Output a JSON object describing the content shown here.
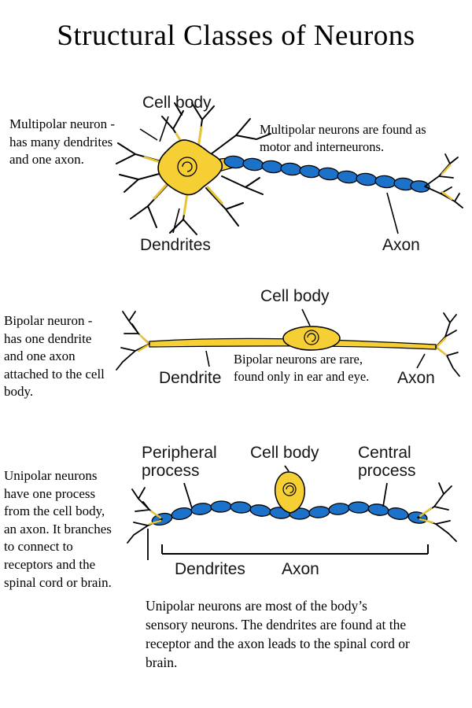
{
  "title": "Structural Classes of Neurons",
  "colors": {
    "soma_yellow": "#F6CF35",
    "axon_blue": "#1C72C8",
    "ink": "#000000"
  },
  "multipolar": {
    "cell_body_label": "Cell body",
    "left_note": "Multipolar neuron -\nhas many dendrites\nand one axon.",
    "right_note": "Multipolar neurons are found as\nmotor and interneurons.",
    "dendrites_label": "Dendrites",
    "axon_label": "Axon"
  },
  "bipolar": {
    "cell_body_label": "Cell body",
    "left_note": "Bipolar neuron -\nhas one dendrite\nand one axon\nattached to the cell\nbody.",
    "dendrite_label": "Dendrite",
    "mid_note": "Bipolar neurons are rare,\nfound only in ear and eye.",
    "axon_label": "Axon"
  },
  "unipolar": {
    "peripheral_label": "Peripheral\nprocess",
    "cell_body_label": "Cell body",
    "central_label": "Central\nprocess",
    "left_note": "Unipolar neurons\nhave one process\nfrom the cell body,\nan axon.  It branches\nto connect to\nreceptors and the\nspinal cord or brain.",
    "dendrites_label": "Dendrites",
    "axon_label": "Axon",
    "bottom_note": "Unipolar neurons are most of the body’s\nsensory neurons.  The dendrites are found at the\nreceptor and the axon leads to the spinal cord or\nbrain."
  }
}
